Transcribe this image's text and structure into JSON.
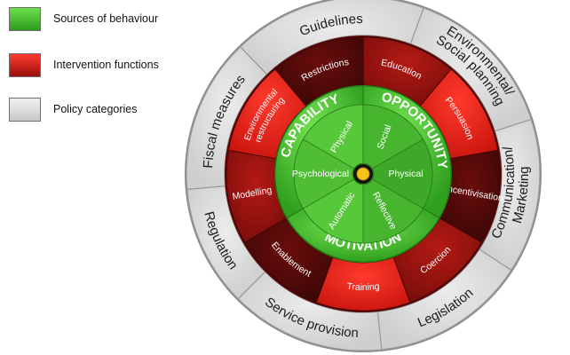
{
  "legend": {
    "items": [
      {
        "label": "Sources of behaviour",
        "color": "#3fbd2a"
      },
      {
        "label": "Intervention functions",
        "color": "#e01a14"
      },
      {
        "label": "Policy categories",
        "color": "#dedede"
      }
    ]
  },
  "sources": {
    "groups": [
      {
        "id": "capability",
        "label": "CAPABILITY"
      },
      {
        "id": "opportunity",
        "label": "OPPORTUNITY"
      },
      {
        "id": "motivation",
        "label": "MOTIVATION"
      }
    ],
    "components": [
      {
        "id": "physical-capability",
        "label": "Physical"
      },
      {
        "id": "social-opportunity",
        "label": "Social"
      },
      {
        "id": "physical-opportunity",
        "label": "Physical"
      },
      {
        "id": "reflective-motivation",
        "label": "Reflective"
      },
      {
        "id": "automatic-motivation",
        "label": "Automatic"
      },
      {
        "id": "psychological-capability",
        "label": "Psychological"
      }
    ]
  },
  "intervention_functions": [
    {
      "id": "education",
      "label": "Education"
    },
    {
      "id": "persuasion",
      "label": "Persuasion"
    },
    {
      "id": "incentivisation",
      "label": "Incentivisation"
    },
    {
      "id": "coercion",
      "label": "Coercion"
    },
    {
      "id": "training",
      "label": "Training"
    },
    {
      "id": "enablement",
      "label": "Enablement"
    },
    {
      "id": "modelling",
      "label": "Modelling"
    },
    {
      "id": "environmental-restructuring",
      "label_lines": [
        "Environmental",
        "restructuring"
      ]
    },
    {
      "id": "restrictions",
      "label": "Restrictions"
    }
  ],
  "policy_categories": [
    {
      "id": "environmental-social-planning",
      "label_lines": [
        "Environmental/",
        "Social planning"
      ]
    },
    {
      "id": "communication-marketing",
      "label_lines": [
        "Communication/",
        "Marketing"
      ]
    },
    {
      "id": "legislation",
      "label": "Legislation"
    },
    {
      "id": "service-provision",
      "label": "Service provision"
    },
    {
      "id": "regulation",
      "label": "Regulation"
    },
    {
      "id": "fiscal-measures",
      "label": "Fiscal measures"
    },
    {
      "id": "guidelines",
      "label": "Guidelines"
    }
  ]
}
